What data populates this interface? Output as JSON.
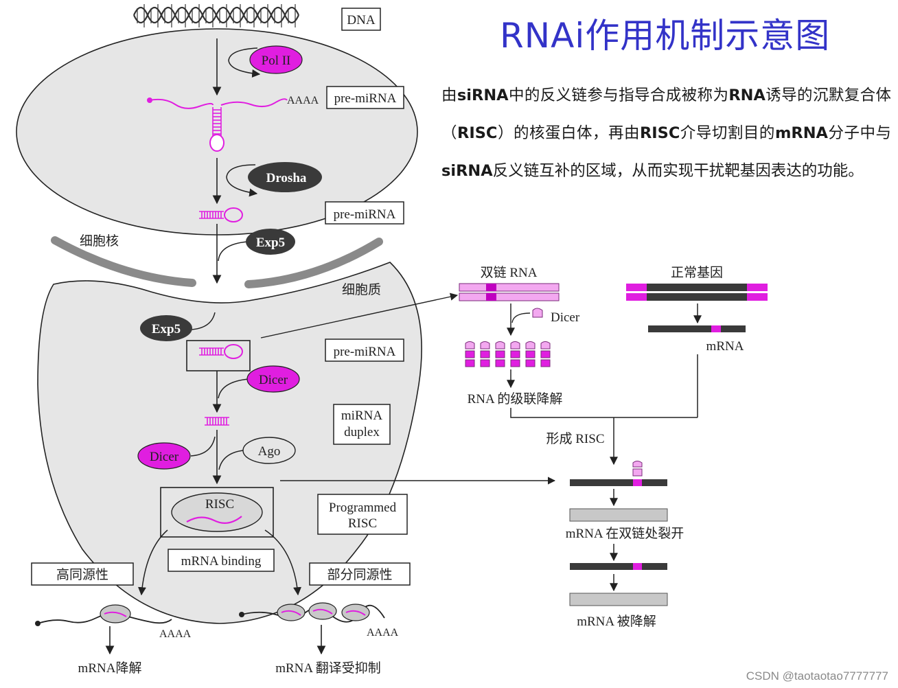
{
  "title": "RNAi作用机制示意图",
  "description": {
    "p1": "由",
    "b1": "siRNA",
    "p2": "中的反义链参与指导合成被称为",
    "b2": "RNA",
    "p3": "诱导的沉默复合体（",
    "b3": "RISC",
    "p4": "）的核蛋白体，再由",
    "b4": "RISC",
    "p5": "介导切割目的",
    "b5": "mRNA",
    "p6": "分子中与",
    "b6": "siRNA",
    "p7": "反义链互补的区域，从而实现干扰靶基因表达的功能。"
  },
  "labels": {
    "dna": "DNA",
    "pol2": "Pol II",
    "aaaa_top": "AAAA",
    "pre_mirna_1": "pre-miRNA",
    "drosha": "Drosha",
    "pre_mirna_2": "pre-miRNA",
    "nucleus": "细胞核",
    "exp5_1": "Exp5",
    "cytoplasm": "细胞质",
    "exp5_2": "Exp5",
    "pre_mirna_3": "pre-miRNA",
    "dicer_1": "Dicer",
    "mirna_duplex_1": "miRNA",
    "mirna_duplex_2": "duplex",
    "dicer_2": "Dicer",
    "ago": "Ago",
    "risc": "RISC",
    "programmed_risc_1": "Programmed",
    "programmed_risc_2": "RISC",
    "mrna_binding": "mRNA binding",
    "high_homology": "高同源性",
    "partial_homology": "部分同源性",
    "aaaa_left": "AAAA",
    "aaaa_right": "AAAA",
    "mrna_degradation": "mRNA降解",
    "translation_inhibition": "mRNA 翻译受抑制",
    "dsrna": "双链 RNA",
    "normal_gene": "正常基因",
    "dicer_3": "Dicer",
    "mrna_right": "mRNA",
    "cascade": "RNA 的级联降解",
    "form_risc": "形成 RISC",
    "cleave": "mRNA 在双链处裂开",
    "degraded": "mRNA 被降解"
  },
  "watermark": "CSDN @taotaotao7777777",
  "colors": {
    "title": "#3333c8",
    "magenta": "#e01ee0",
    "pink": "#f3a8f0",
    "cell_fill": "#e6e6e6",
    "dark_band": "#444444"
  }
}
